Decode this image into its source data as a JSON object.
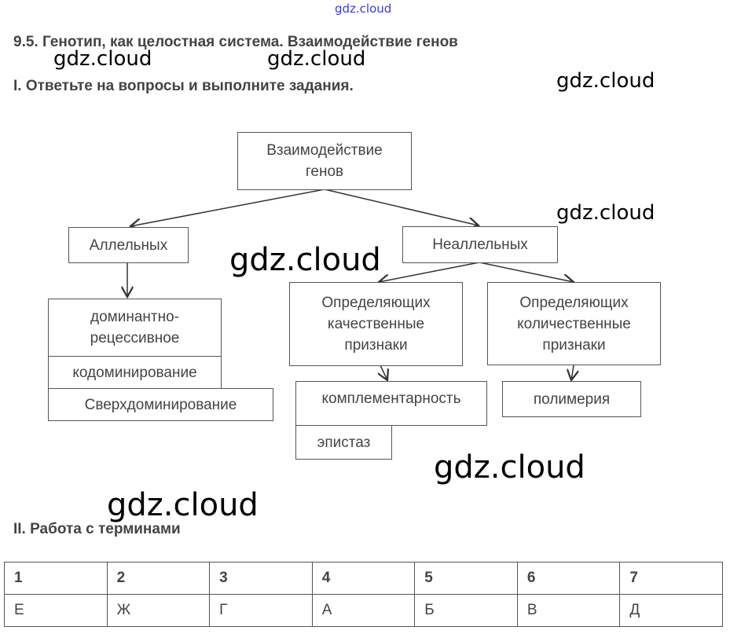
{
  "watermark": "gdz.cloud",
  "title": "9.5. Генотип, как целостная система. Взаимодействие генов",
  "section1": "I. Ответьте на вопросы и выполните задания.",
  "diagram": {
    "root": "Взаимодействие генов",
    "allelic": "Аллельных",
    "nonallelic": "Неаллельных",
    "allelic_items": [
      "доминантно-рецессивное",
      "кодоминирование",
      "Сверхдоминирование"
    ],
    "qualitative": "Определяющих качественные признаки",
    "quantitative": "Определяющих количественные признаки",
    "qualitative_items": [
      "комплементарность",
      "эпистаз"
    ],
    "quantitative_items": [
      "полимерия"
    ]
  },
  "section2": "II. Работа с терминами",
  "table": {
    "headers": [
      "1",
      "2",
      "3",
      "4",
      "5",
      "6",
      "7"
    ],
    "answers": [
      "Е",
      "Ж",
      "Г",
      "А",
      "Б",
      "В",
      "Д"
    ]
  }
}
